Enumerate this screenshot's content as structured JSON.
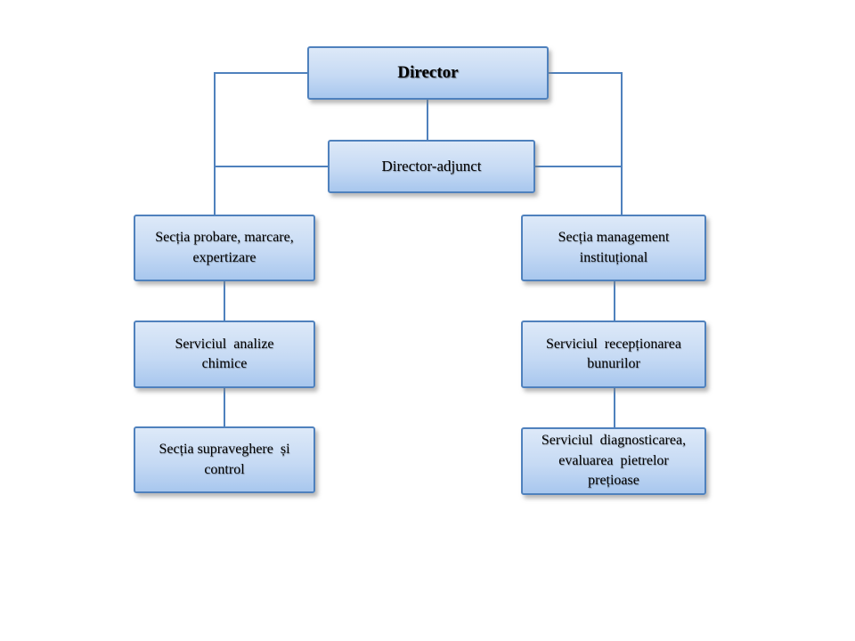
{
  "colors": {
    "background": "#ffffff",
    "box_border": "#4f81bd",
    "box_fill_top": "#dde9f8",
    "box_fill_bottom": "#a8c7ee",
    "connector": "#4f81bd",
    "text": "#000000"
  },
  "org_chart": {
    "nodes": [
      {
        "id": "director",
        "label": "Director"
      },
      {
        "id": "director-adjunct",
        "label": "Director-adjunct"
      },
      {
        "id": "sectia-probare",
        "label": "Secția probare, marcare,\nexpertizare"
      },
      {
        "id": "serviciul-analize",
        "label": "Serviciul  analize\nchimice"
      },
      {
        "id": "sectia-supraveghere",
        "label": "Secția supraveghere  și\ncontrol"
      },
      {
        "id": "sectia-management",
        "label": "Secția management\ninstituțional"
      },
      {
        "id": "serviciul-receptionarea",
        "label": "Serviciul  recepționarea\nbunurilor"
      },
      {
        "id": "serviciul-diagnosticarea",
        "label": "Serviciul  diagnosticarea,\nevaluarea  pietrelor\nprețioase"
      }
    ],
    "edges": [
      {
        "from": "director",
        "to": "director-adjunct"
      },
      {
        "from": "director",
        "to": "sectia-probare"
      },
      {
        "from": "director",
        "to": "sectia-management"
      },
      {
        "from": "director-adjunct",
        "to": "sectia-probare"
      },
      {
        "from": "director-adjunct",
        "to": "sectia-management"
      },
      {
        "from": "sectia-probare",
        "to": "serviciul-analize"
      },
      {
        "from": "serviciul-analize",
        "to": "sectia-supraveghere"
      },
      {
        "from": "sectia-management",
        "to": "serviciul-receptionarea"
      },
      {
        "from": "serviciul-receptionarea",
        "to": "serviciul-diagnosticarea"
      }
    ]
  }
}
